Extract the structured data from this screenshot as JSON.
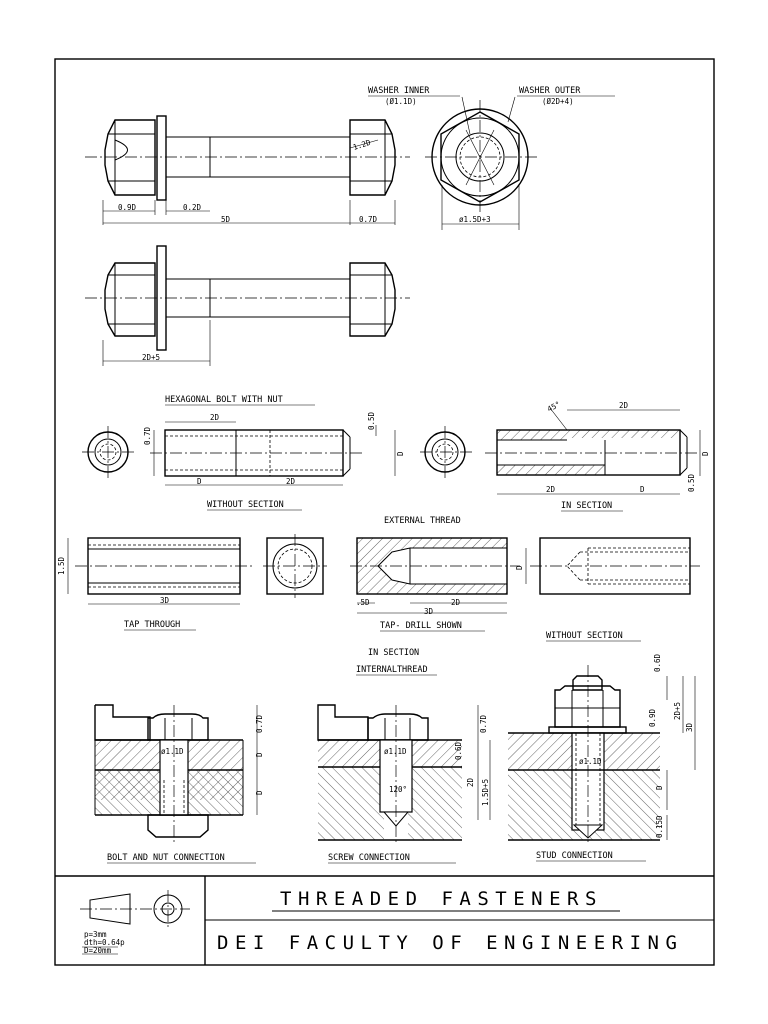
{
  "title_block": {
    "title": "THREADED FASTENERS",
    "subtitle": "DEI FACULTY OF ENGINEERING",
    "notes": [
      "p=3mm",
      "dth=0.64p",
      "D=20mm"
    ]
  },
  "washer": {
    "inner_label": "WASHER INNER",
    "inner_dim": "(Ø1.1D)",
    "outer_label": "WASHER OUTER",
    "outer_dim": "(Ø2D+4)",
    "across_flats": "ø1.5D+3"
  },
  "bolt_dims": {
    "head": "0.9D",
    "washer": "0.2D",
    "length": "5D",
    "nut": "0.7D",
    "chamfer": "1.2D",
    "thread": "2D+5"
  },
  "labels": {
    "hex_bolt": "HEXAGONAL BOLT WITH NUT",
    "without_section": "WITHOUT SECTION",
    "in_section": "IN SECTION",
    "external_thread": "EXTERNAL THREAD",
    "tap_through": "TAP THROUGH",
    "tap_drill": "TAP- DRILL SHOWN",
    "without_section_2": "WITHOUT SECTION",
    "in_section_2": "IN SECTION",
    "internal_thread": "INTERNALTHREAD",
    "bolt_nut_conn": "BOLT AND NUT CONNECTION",
    "screw_conn": "SCREW  CONNECTION",
    "stud_conn": "STUD CONNECTION"
  },
  "dims": {
    "d2": "2D",
    "d": "D",
    "d07": "0.7D",
    "d05": "0.5D",
    "angle45": "45°",
    "d15": "1.5D",
    "d3": "3D",
    "d05b": ".5D",
    "d11": "ø1.1D",
    "d06": "0.6D",
    "d15p5": "1.5D+5",
    "angle120": "120°",
    "d2p5": "2D+5",
    "d015": "0.15D",
    "d09": "0.9D"
  }
}
